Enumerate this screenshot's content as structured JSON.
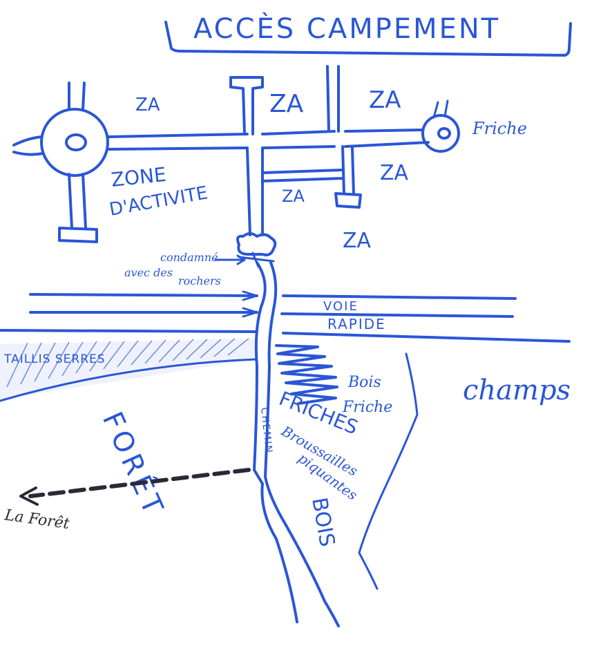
{
  "title": "ACCÈS CAMPEMENT",
  "labels": {
    "za_1": "ZA",
    "za_2": "ZA",
    "za_3": "ZA",
    "za_4": "ZA",
    "za_5": "ZA",
    "za_6": "ZA",
    "zone_line1": "ZONE",
    "zone_line2": "D'ACTIVITE",
    "friche_top": "Friche",
    "barrier_line1": "condamné",
    "barrier_line2": "avec des",
    "barrier_line3": "rochers",
    "voie_line1": "VOIE",
    "voie_line2": "RAPIDE",
    "taillis": "TAILLIS SERRES",
    "champs": "champs",
    "bois_line1": "Bois",
    "bois_line2": "Friche",
    "chemin": "CHEMIN",
    "friches": "FRICHES",
    "brous_line1": "Broussailles",
    "brous_line2": "piquantes",
    "bois_vertical": "BOIS",
    "foret_big": "FORÊT",
    "la_foret": "La Forêt"
  },
  "colors": {
    "ink_blue": "#2a56d6",
    "ink_dark": "#2a2a36"
  }
}
